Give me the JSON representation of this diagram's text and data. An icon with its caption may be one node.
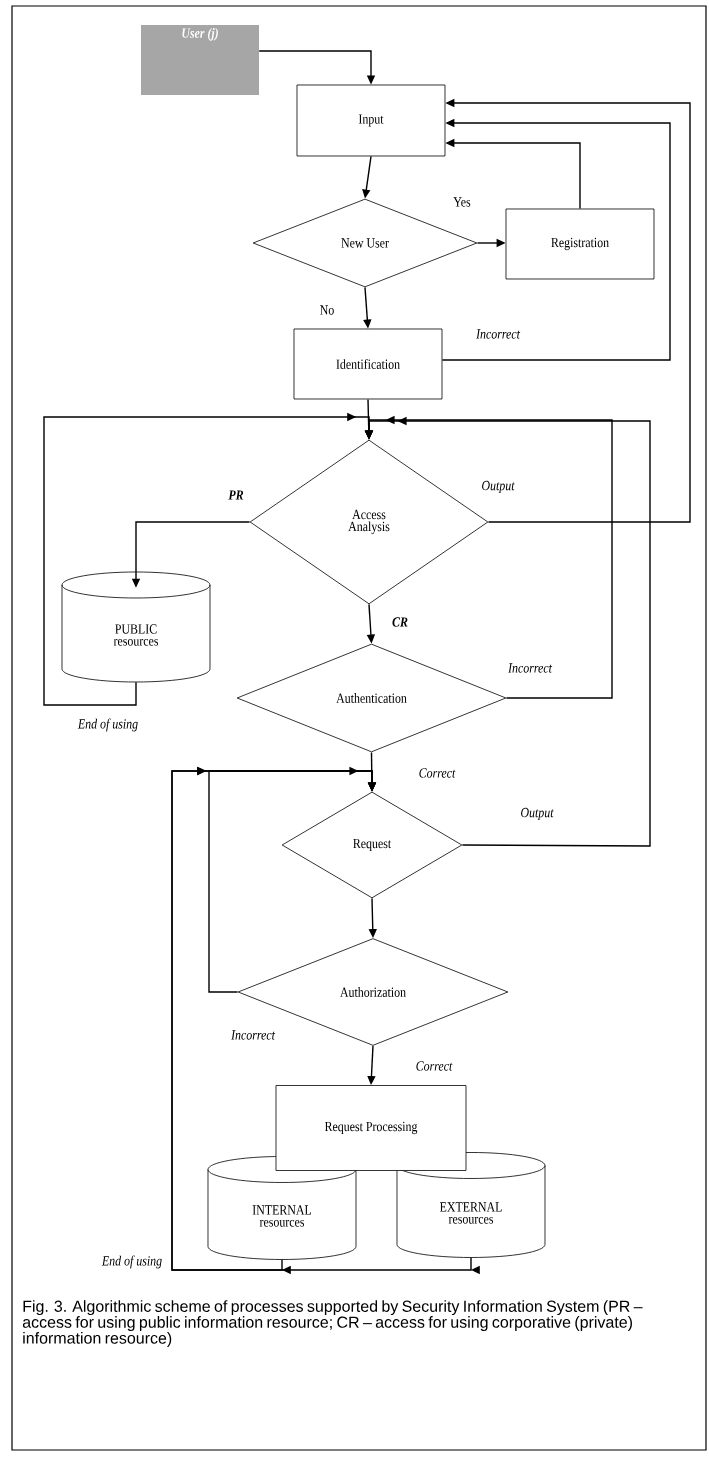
{
  "diagram": {
    "caption": "Fig. 3. Algorithmic scheme of processes supported by Security Information System (PR – access for using public information resource; CR – access for using corporative (private) information resource)",
    "nodes": [
      {
        "text": [
          "User (j)"
        ]
      },
      {
        "text": [
          "Input"
        ]
      },
      {
        "text": [
          "New User"
        ]
      },
      {
        "text": [
          "Registration"
        ]
      },
      {
        "text": [
          "Identification"
        ]
      },
      {
        "text": [
          "Access Analysis"
        ]
      },
      {
        "text": [
          "PUBLIC resources"
        ]
      },
      {
        "text": [
          "Authentication"
        ]
      },
      {
        "text": [
          "Request"
        ]
      },
      {
        "text": [
          "Authorization"
        ]
      },
      {
        "text": [
          "Request Processing"
        ]
      },
      {
        "text": [
          "INTERNAL resources"
        ]
      },
      {
        "text": [
          "EXTERNAL resources"
        ]
      }
    ],
    "edges": [
      {
        "from": 0,
        "to": 1,
        "arrow": "to"
      },
      {
        "from": 1,
        "to": 2,
        "arrow": "to"
      },
      {
        "from": 2,
        "to": 3,
        "arrow": "to",
        "label": "Yes"
      },
      {
        "from": 2,
        "to": 4,
        "arrow": "to",
        "label": "No"
      },
      {
        "from": 3,
        "to": 1,
        "arrow": "to"
      },
      {
        "from": 4,
        "to": 1,
        "arrow": "to",
        "label": "Incorrect"
      },
      {
        "from": 4,
        "to": 5,
        "arrow": "to"
      },
      {
        "from": 5,
        "to": 1,
        "arrow": "to",
        "label": "Output"
      },
      {
        "from": 5,
        "to": 6,
        "arrow": "to",
        "label": "PR"
      },
      {
        "from": 5,
        "to": 7,
        "arrow": "to",
        "label": "CR"
      },
      {
        "from": 6,
        "to": 5,
        "arrow": "to",
        "label": "End of using"
      },
      {
        "from": 7,
        "to": 5,
        "arrow": "to",
        "label": "Incorrect"
      },
      {
        "from": 7,
        "to": 8,
        "arrow": "to",
        "label": "Correct"
      },
      {
        "from": 8,
        "to": 5,
        "arrow": "to",
        "label": "Output"
      },
      {
        "from": 8,
        "to": 9,
        "arrow": "to"
      },
      {
        "from": 9,
        "to": 8,
        "arrow": "to",
        "label": "Incorrect"
      },
      {
        "from": 9,
        "to": 10,
        "arrow": "to",
        "label": "Correct"
      },
      {
        "from": 11,
        "to": 8,
        "arrow": "to",
        "label": "End of using"
      },
      {
        "from": 12,
        "to": 8,
        "arrow": "to"
      }
    ]
  }
}
